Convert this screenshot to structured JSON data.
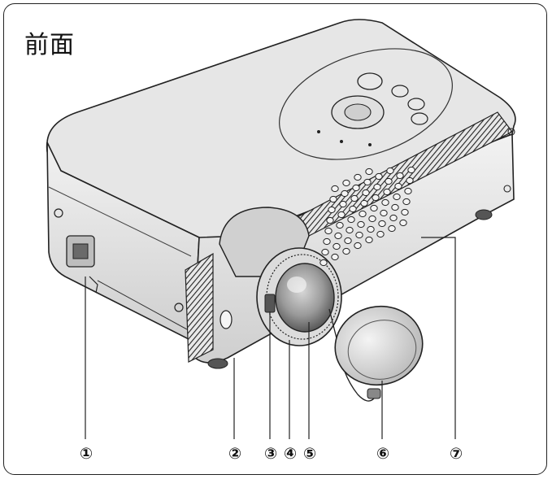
{
  "title": "前面",
  "callouts": [
    "①",
    "②",
    "③",
    "④",
    "⑤",
    "⑥",
    "⑦"
  ]
}
